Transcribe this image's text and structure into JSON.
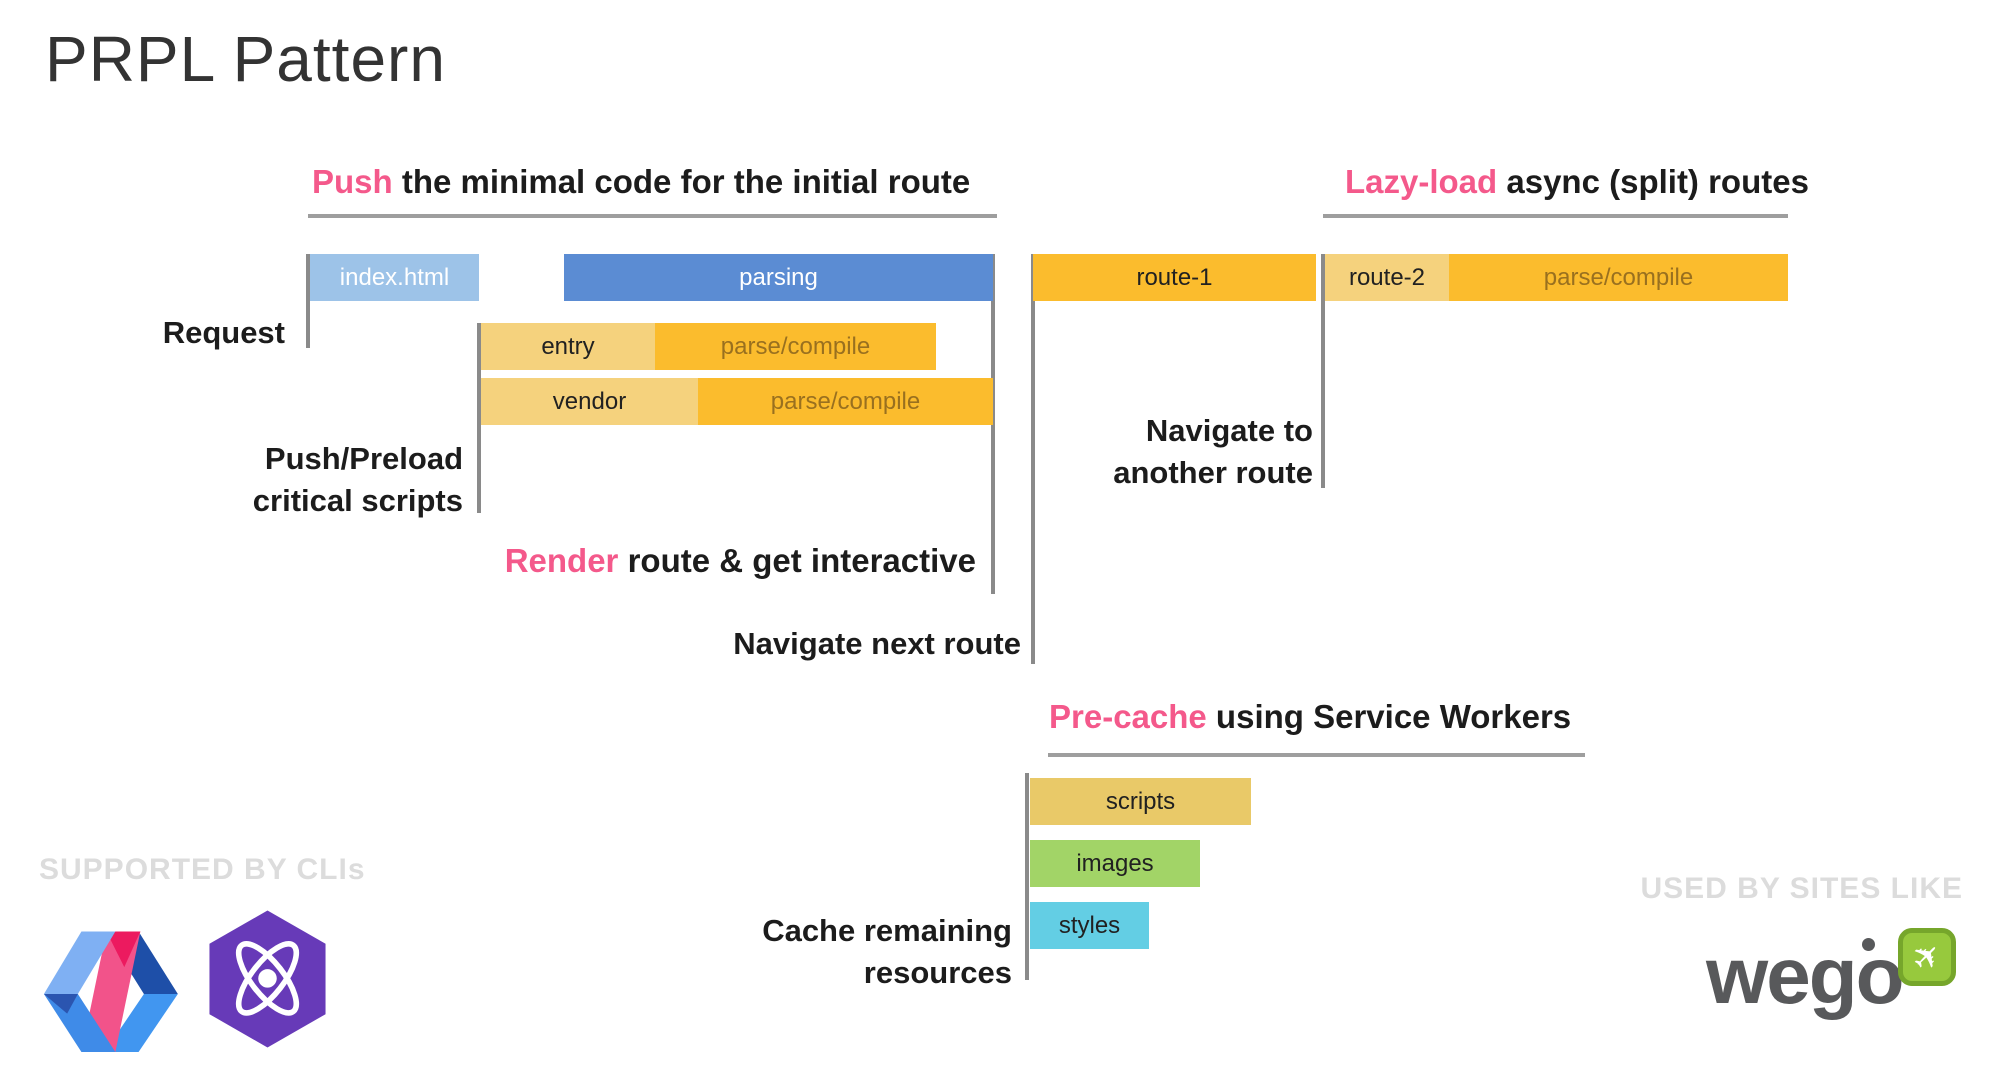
{
  "title": "PRPL Pattern",
  "palette": {
    "pink_highlight": "#F4598B",
    "ink": "#202124",
    "rule_gray": "#9E9E9E",
    "tick_gray": "#8A8A8A",
    "index_html_blue": "#9DC3E8",
    "parsing_blue": "#5B8CD3",
    "amber": "#FBBC2D",
    "amber_light": "#F5D27D",
    "amber_text": "#99701F",
    "scripts_tan": "#E9C968",
    "images_green": "#A2D467",
    "styles_cyan": "#63CEE4",
    "caption_gray": "#DCDCDC",
    "wego_gray": "#58595B",
    "wego_green": "#97C93D",
    "preact_purple": "#673AB8"
  },
  "sections": {
    "push": {
      "highlight": "Push",
      "rest": " the minimal code for the initial route"
    },
    "lazy": {
      "highlight": "Lazy-load",
      "rest": " async (split) routes"
    },
    "precache": {
      "highlight": "Pre-cache",
      "rest": " using Service Workers"
    }
  },
  "labels": {
    "request": "Request",
    "push_preload_line1": "Push/Preload",
    "push_preload_line2": "critical scripts",
    "render_highlight": "Render",
    "render_rest": " route & get interactive",
    "navigate_next": "Navigate next route",
    "navigate_to_line1": "Navigate to",
    "navigate_to_line2": "another route",
    "cache_line1": "Cache remaining",
    "cache_line2": "resources"
  },
  "bars": {
    "index_html": "index.html",
    "parsing": "parsing",
    "entry": "entry",
    "vendor": "vendor",
    "parse_compile": "parse/compile",
    "route1": "route-1",
    "route2": "route-2",
    "scripts": "scripts",
    "images": "images",
    "styles": "styles"
  },
  "footer": {
    "supported": "SUPPORTED BY CLIs",
    "used": "USED BY SITES LIKE",
    "wego": "wego"
  }
}
